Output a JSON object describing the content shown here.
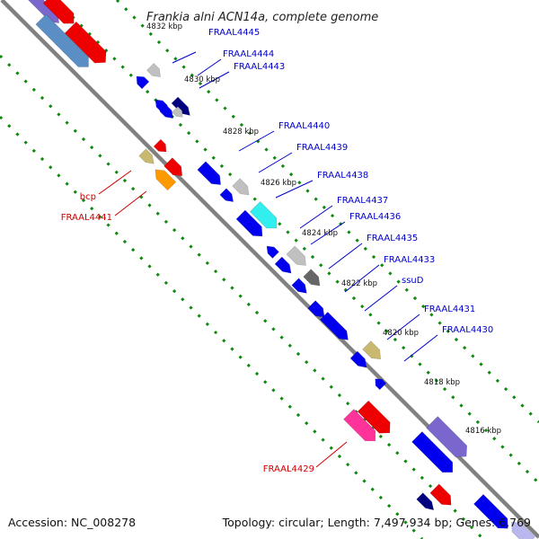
{
  "title": "Frankia alni ACN14a, complete genome",
  "footer": {
    "accession": "Accession: NC_008278",
    "topology": "Topology: circular; Length: 7,497,934 bp; Genes: 6,769"
  },
  "colors": {
    "backbone": "#808080",
    "tick_dots": "#0d8a0d",
    "forward_label": "#0000cc",
    "reverse_label": "#cc0000",
    "blue": "#0000ee",
    "red": "#ee0000",
    "gray": "#c0c0c0",
    "darkgray": "#666666",
    "cyan": "#33eeee",
    "olive": "#c8b870",
    "orange": "#ff9900",
    "pink": "#ff3399",
    "purple": "#7a66cc",
    "navy": "#000080",
    "steel": "#5b8ec4",
    "lavender": "#b8b8ee"
  },
  "ticks": [
    "4832 kbp",
    "4830 kbp",
    "4828 kbp",
    "4826 kbp",
    "4824 kbp",
    "4822 kbp",
    "4820 kbp",
    "4818 kbp",
    "4816 kbp"
  ],
  "forward_labels": [
    "FRAAL4445",
    "FRAAL4444",
    "FRAAL4443",
    "FRAAL4440",
    "FRAAL4439",
    "FRAAL4438",
    "FRAAL4437",
    "FRAAL4436",
    "FRAAL4435",
    "FRAAL4433",
    "ssuD",
    "FRAAL4431",
    "FRAAL4430"
  ],
  "reverse_labels": [
    "bcp",
    "FRAAL4441",
    "FRAAL4429"
  ]
}
